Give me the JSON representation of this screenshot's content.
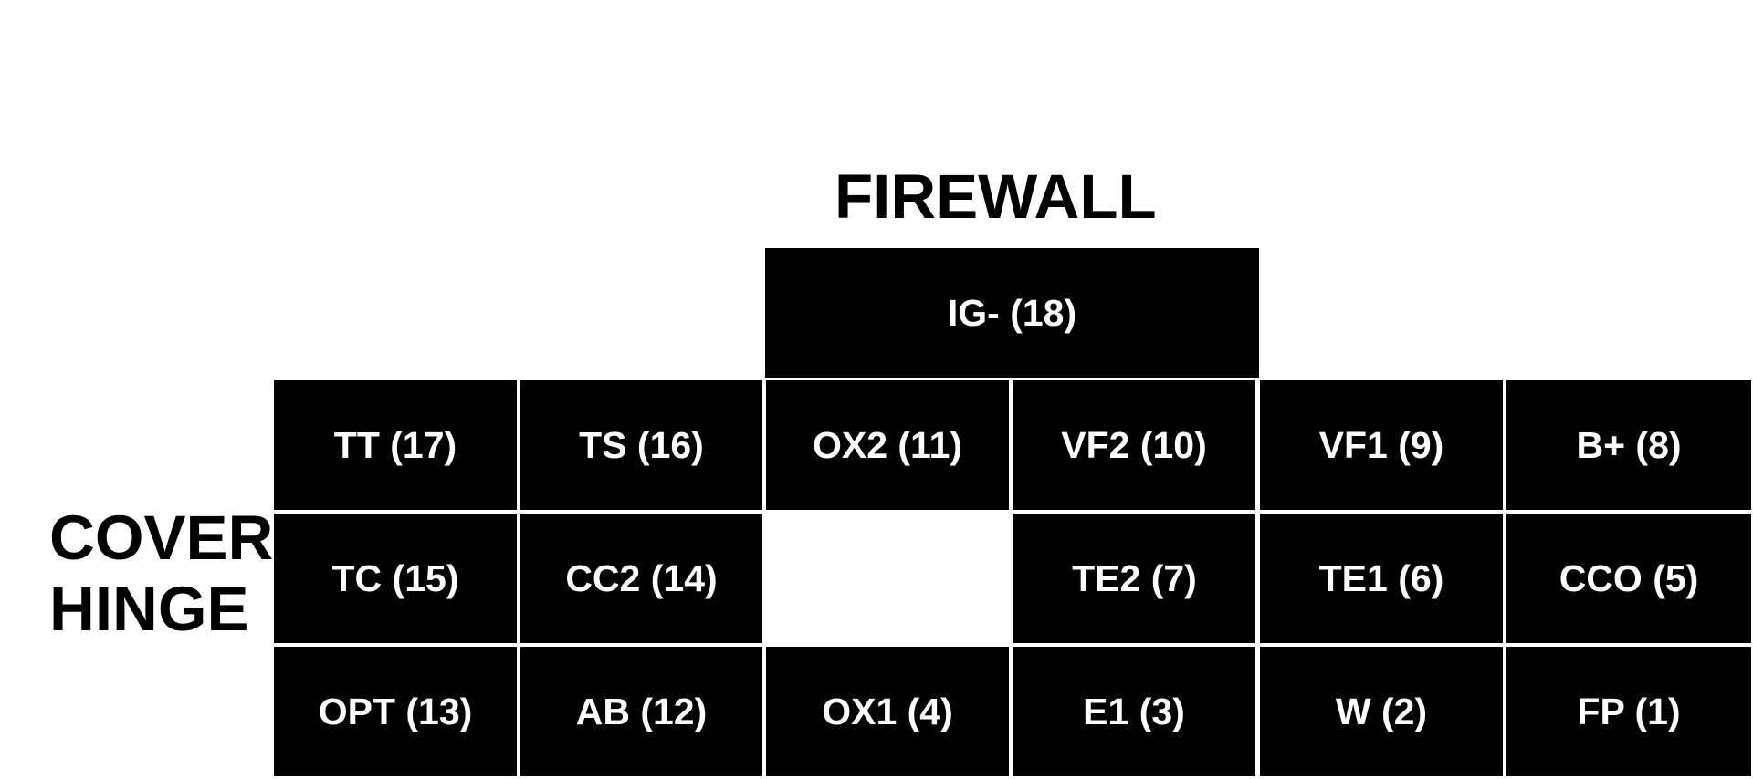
{
  "labels": {
    "firewall": "FIREWALL",
    "cover_line1": "COVER",
    "cover_line2": "HINGE"
  },
  "colors": {
    "cell_fill": "#000000",
    "cell_text": "#ffffff",
    "background": "#ffffff"
  },
  "top_row": [
    {
      "label": "IG- (18)"
    }
  ],
  "grid_rows": [
    [
      "TT (17)",
      "TS (16)",
      "OX2 (11)",
      "VF2 (10)",
      "VF1 (9)",
      "B+ (8)"
    ],
    [
      "TC (15)",
      "CC2 (14)",
      "",
      "TE2 (7)",
      "TE1 (6)",
      "CCO (5)"
    ],
    [
      "OPT (13)",
      "AB (12)",
      "OX1 (4)",
      "E1 (3)",
      "W (2)",
      "FP (1)"
    ]
  ]
}
